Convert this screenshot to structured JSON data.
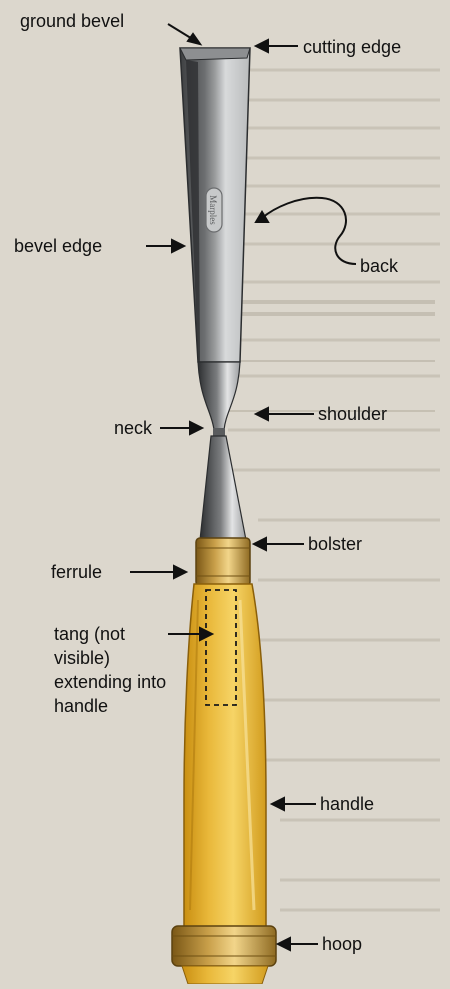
{
  "diagram": {
    "labels": {
      "ground_bevel": "ground bevel",
      "cutting_edge": "cutting edge",
      "bevel_edge": "bevel edge",
      "back": "back",
      "shoulder": "shoulder",
      "neck": "neck",
      "bolster": "bolster",
      "ferrule": "ferrule",
      "tang": "tang (not visible) extending into handle",
      "handle": "handle",
      "hoop": "hoop"
    },
    "colors": {
      "blade": "#5a5c5e",
      "blade_highlight": "#c9cccd",
      "handle": "#e7b42c",
      "brass": "#b88a2e",
      "label": "#111111"
    }
  }
}
